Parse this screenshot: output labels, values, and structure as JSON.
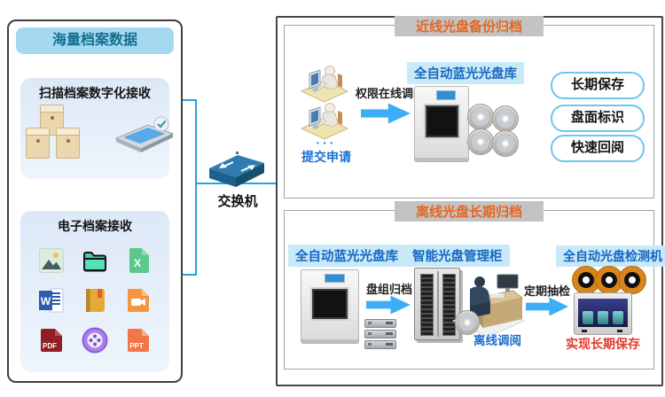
{
  "left_panel": {
    "title": "海量档案数据",
    "scan_section": {
      "title": "扫描档案数字化接收"
    },
    "electronic_section": {
      "title": "电子档案接收",
      "icon_labels": {
        "word": "W",
        "excel": "X",
        "pdf": "PDF",
        "ppt": "PPT"
      }
    }
  },
  "switch": {
    "label": "交换机"
  },
  "nearline": {
    "title": "近线光盘备份归档",
    "permission_label": "权限在线调阅",
    "dots": "···",
    "submit_label": "提交申请",
    "library_label": "全自动蓝光光盘库",
    "features": [
      "长期保存",
      "盘面标识",
      "快速回阅"
    ]
  },
  "offline": {
    "title": "离线光盘长期归档",
    "library_label": "全自动蓝光光盘库",
    "group_archive_label": "盘组归档",
    "cabinet_label": "智能光盘管理柜",
    "offline_review_label": "离线调阅",
    "periodic_check_label": "定期抽检",
    "detector_label": "全自动光盘检测机",
    "result_label": "实现长期保存"
  },
  "colors": {
    "connector_blue": "#27a2e0",
    "arrow_blue": "#3daef5",
    "tab_bg": "#c3c3c3",
    "tab_text_orange": "#e8641e",
    "label_bar_bg": "#c8e9f8",
    "label_bar_text": "#1767bf",
    "panel_header_bg": "#a5d9f2",
    "panel_header_text": "#13708f",
    "result_red": "#e23c2d",
    "blue_text": "#1b6fd0"
  }
}
